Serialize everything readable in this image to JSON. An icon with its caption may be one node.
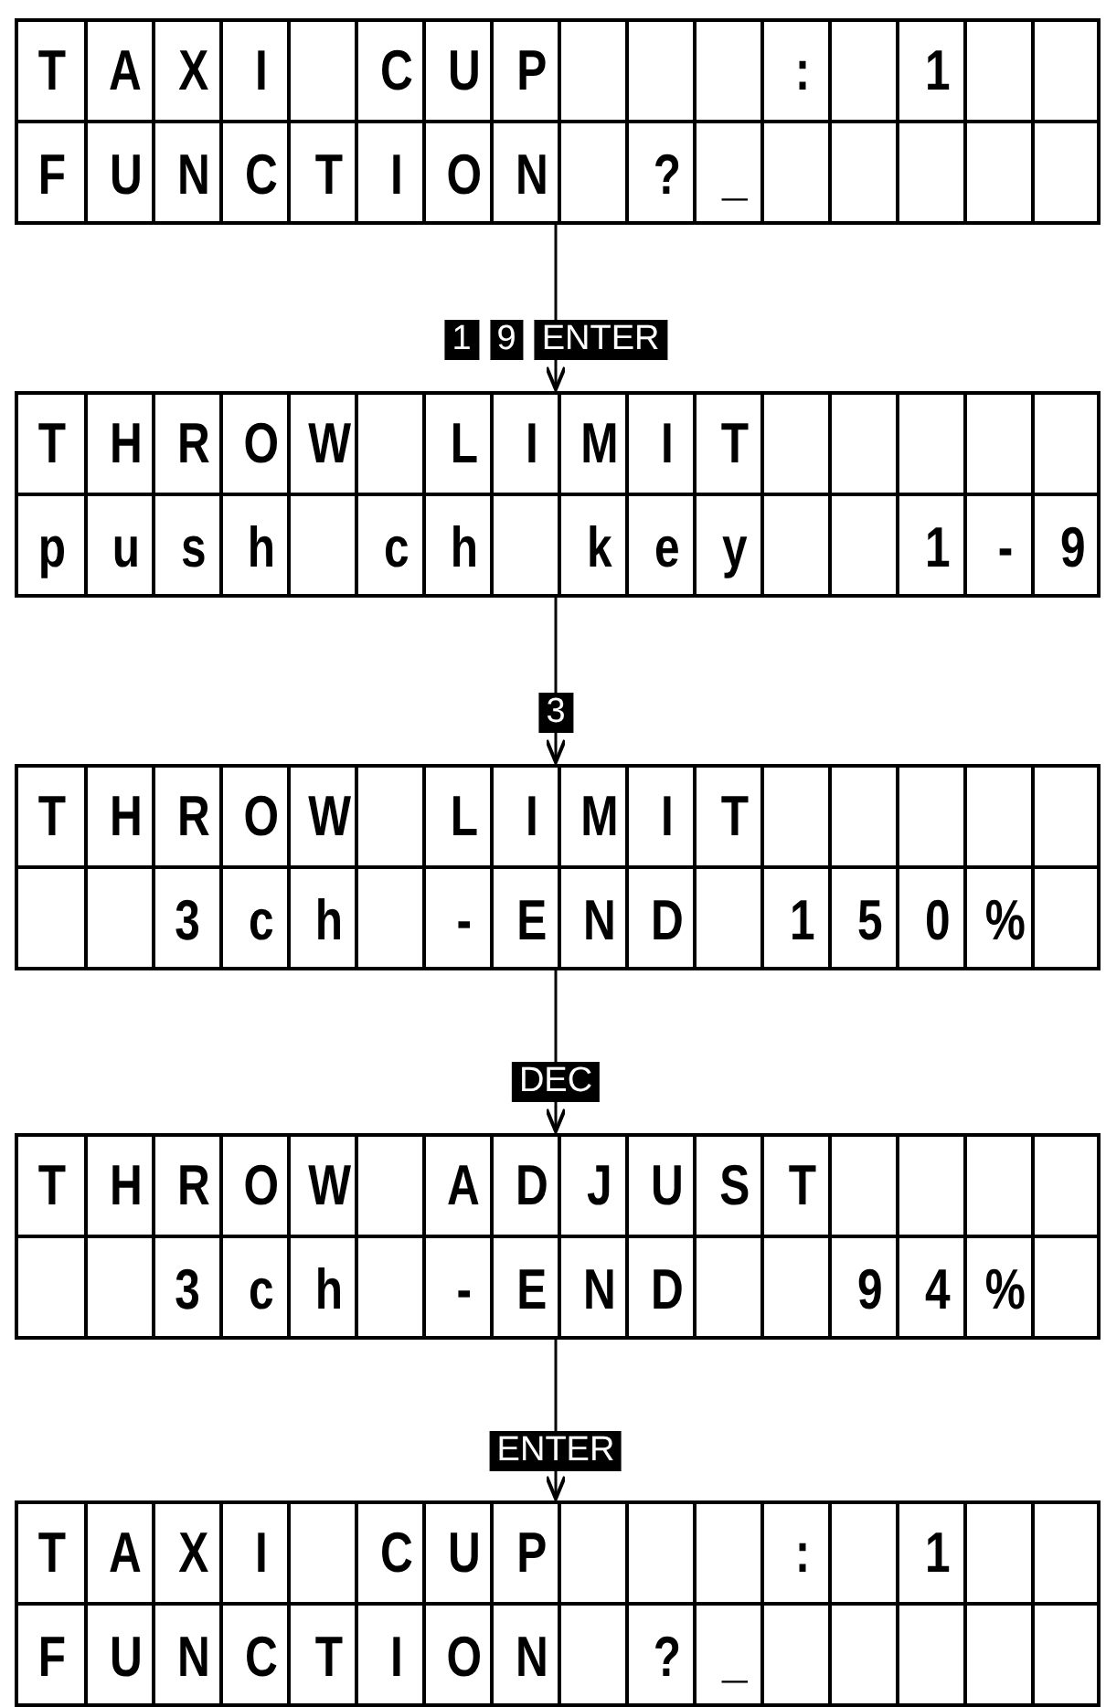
{
  "diagram": {
    "nodes": [
      {
        "text": [
          "T A X I  C U P    :  1",
          "F U N C T I O N  ? _"
        ]
      },
      {
        "text": [
          "T H R O W  L I M I T",
          "p u s h  c h  k e y   1 - 9"
        ]
      },
      {
        "text": [
          "T H R O W  L I M I T",
          "3 c h  - E N D  1 5 0 %"
        ]
      },
      {
        "text": [
          "T H R O W  A D J U S T",
          "3 c h  - E N D   9 4 %"
        ]
      },
      {
        "text": [
          "T A X I  C U P    :  1",
          "F U N C T I O N  ? _"
        ]
      }
    ],
    "edges": [
      {
        "from": 0,
        "to": 1,
        "arrow": "to",
        "label": "1 9 ENTER"
      },
      {
        "from": 1,
        "to": 2,
        "arrow": "to",
        "label": "3"
      },
      {
        "from": 2,
        "to": 3,
        "arrow": "to",
        "label": "DEC"
      },
      {
        "from": 3,
        "to": 4,
        "arrow": "to",
        "label": "ENTER"
      }
    ]
  }
}
